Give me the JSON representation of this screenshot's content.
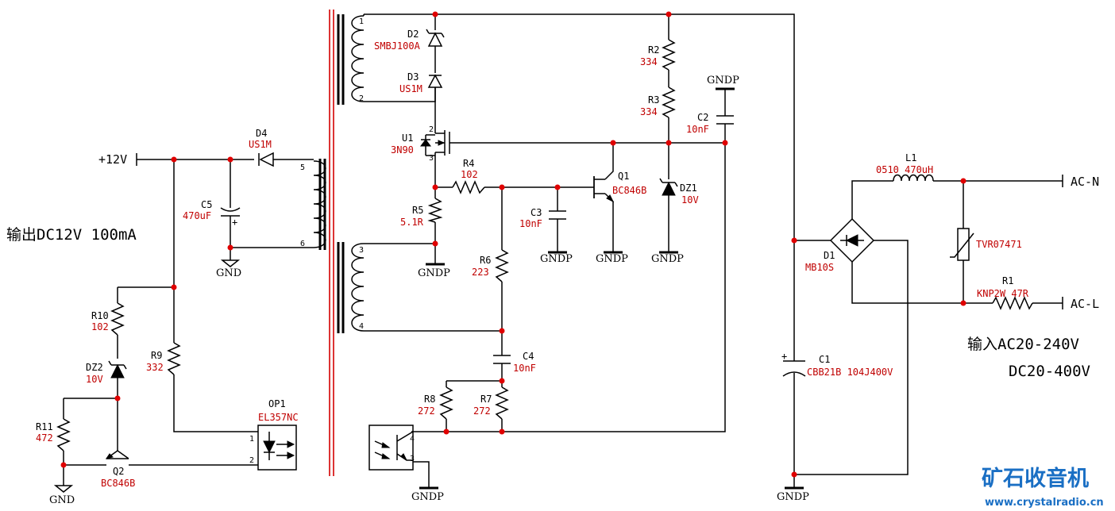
{
  "notes": {
    "output": "输出DC12V 100mA",
    "input_line1": "输入AC20-240V",
    "input_line2": "DC20-400V"
  },
  "nets": {
    "plus12v": "+12V",
    "ac_n": "AC-N",
    "ac_l": "AC-L",
    "gnd": "GND",
    "gndp": "GNDP"
  },
  "components": {
    "D2": {
      "ref": "D2",
      "value": "SMBJ100A"
    },
    "D3": {
      "ref": "D3",
      "value": "US1M"
    },
    "D4": {
      "ref": "D4",
      "value": "US1M"
    },
    "U1": {
      "ref": "U1",
      "value": "3N90"
    },
    "R2": {
      "ref": "R2",
      "value": "334"
    },
    "R3": {
      "ref": "R3",
      "value": "334"
    },
    "C2": {
      "ref": "C2",
      "value": "10nF"
    },
    "C5": {
      "ref": "C5",
      "value": "470uF"
    },
    "R4": {
      "ref": "R4",
      "value": "102"
    },
    "Q1": {
      "ref": "Q1",
      "value": "BC846B"
    },
    "DZ1": {
      "ref": "DZ1",
      "value": "10V"
    },
    "R5": {
      "ref": "R5",
      "value": "5.1R"
    },
    "C3": {
      "ref": "C3",
      "value": "10nF"
    },
    "R6": {
      "ref": "R6",
      "value": "223"
    },
    "C4": {
      "ref": "C4",
      "value": "10nF"
    },
    "R8": {
      "ref": "R8",
      "value": "272"
    },
    "R7": {
      "ref": "R7",
      "value": "272"
    },
    "R10": {
      "ref": "R10",
      "value": "102"
    },
    "R9": {
      "ref": "R9",
      "value": "332"
    },
    "DZ2": {
      "ref": "DZ2",
      "value": "10V"
    },
    "R11": {
      "ref": "R11",
      "value": "472"
    },
    "Q2": {
      "ref": "Q2",
      "value": "BC846B"
    },
    "OP1": {
      "ref": "OP1",
      "value": "EL357NC"
    },
    "L1": {
      "ref": "L1",
      "value": "0510 470uH"
    },
    "D1": {
      "ref": "D1",
      "value": "MB10S"
    },
    "C1": {
      "ref": "C1",
      "value": "CBB21B 104J400V"
    },
    "R1": {
      "ref": "R1",
      "value": "KNP2W 47R"
    },
    "RV": {
      "value": "TVR07471"
    }
  },
  "pins": {
    "t1": "1",
    "t2": "2",
    "t3": "3",
    "t4": "4",
    "t5": "5",
    "t6": "6",
    "u1_2": "2",
    "u1_3": "3",
    "op_1": "1",
    "op_2": "2",
    "op_3": "3",
    "op_4": "4"
  },
  "branding": {
    "logo": "矿石收音机",
    "url": "www.crystalradio.cn"
  },
  "colors": {
    "value_text": "#c00000",
    "junction_dot": "#e00000",
    "isolation_line": "#d40000",
    "logo": "#1a6fc4"
  }
}
